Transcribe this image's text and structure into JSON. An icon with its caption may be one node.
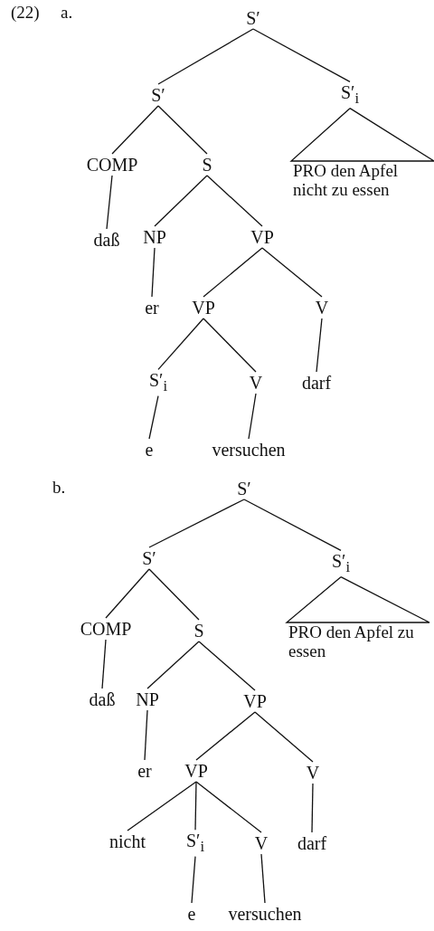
{
  "diagram": {
    "nodes": [
      {
        "text": [
          "S′"
        ]
      },
      {
        "text": [
          "S′"
        ]
      },
      {
        "text": [
          "S′$_{i}$"
        ]
      },
      {
        "text": [
          "COMP"
        ]
      },
      {
        "text": [
          "S"
        ]
      },
      {
        "text": [
          "PRO den Apfel nicht zu essen"
        ]
      },
      {
        "text": [
          "daß"
        ]
      },
      {
        "text": [
          "NP"
        ]
      },
      {
        "text": [
          "VP"
        ]
      },
      {
        "text": [
          "er"
        ]
      },
      {
        "text": [
          "VP"
        ]
      },
      {
        "text": [
          "V"
        ]
      },
      {
        "text": [
          "S′$_{i}$"
        ]
      },
      {
        "text": [
          "V"
        ]
      },
      {
        "text": [
          "darf"
        ]
      },
      {
        "text": [
          "e"
        ]
      },
      {
        "text": [
          "versuchen"
        ]
      },
      {
        "text": [
          "S′"
        ]
      },
      {
        "text": [
          "S′"
        ]
      },
      {
        "text": [
          "S′$_{i}$"
        ]
      },
      {
        "text": [
          "COMP"
        ]
      },
      {
        "text": [
          "S"
        ]
      },
      {
        "text": [
          "PRO den Apfel zu essen"
        ]
      },
      {
        "text": [
          "daß"
        ]
      },
      {
        "text": [
          "NP"
        ]
      },
      {
        "text": [
          "VP"
        ]
      },
      {
        "text": [
          "er"
        ]
      },
      {
        "text": [
          "VP"
        ]
      },
      {
        "text": [
          "V"
        ]
      },
      {
        "text": [
          "nicht"
        ]
      },
      {
        "text": [
          "S′$_{i}$"
        ]
      },
      {
        "text": [
          "V"
        ]
      },
      {
        "text": [
          "darf"
        ]
      },
      {
        "text": [
          "e"
        ]
      },
      {
        "text": [
          "versuchen"
        ]
      }
    ],
    "edges": [
      {
        "from": 0,
        "to": 1,
        "arrow": "none"
      },
      {
        "from": 0,
        "to": 2,
        "arrow": "none"
      },
      {
        "from": 1,
        "to": 3,
        "arrow": "none"
      },
      {
        "from": 1,
        "to": 4,
        "arrow": "none"
      },
      {
        "from": 2,
        "to": 5,
        "arrow": "none"
      },
      {
        "from": 3,
        "to": 6,
        "arrow": "none"
      },
      {
        "from": 4,
        "to": 7,
        "arrow": "none"
      },
      {
        "from": 4,
        "to": 8,
        "arrow": "none"
      },
      {
        "from": 7,
        "to": 9,
        "arrow": "none"
      },
      {
        "from": 8,
        "to": 10,
        "arrow": "none"
      },
      {
        "from": 8,
        "to": 11,
        "arrow": "none"
      },
      {
        "from": 10,
        "to": 12,
        "arrow": "none"
      },
      {
        "from": 10,
        "to": 13,
        "arrow": "none"
      },
      {
        "from": 11,
        "to": 14,
        "arrow": "none"
      },
      {
        "from": 12,
        "to": 15,
        "arrow": "none"
      },
      {
        "from": 13,
        "to": 16,
        "arrow": "none"
      },
      {
        "from": 17,
        "to": 18,
        "arrow": "none"
      },
      {
        "from": 17,
        "to": 19,
        "arrow": "none"
      },
      {
        "from": 18,
        "to": 20,
        "arrow": "none"
      },
      {
        "from": 18,
        "to": 21,
        "arrow": "none"
      },
      {
        "from": 19,
        "to": 22,
        "arrow": "none"
      },
      {
        "from": 20,
        "to": 23,
        "arrow": "none"
      },
      {
        "from": 21,
        "to": 24,
        "arrow": "none"
      },
      {
        "from": 21,
        "to": 25,
        "arrow": "none"
      },
      {
        "from": 24,
        "to": 26,
        "arrow": "none"
      },
      {
        "from": 25,
        "to": 27,
        "arrow": "none"
      },
      {
        "from": 25,
        "to": 28,
        "arrow": "none"
      },
      {
        "from": 27,
        "to": 29,
        "arrow": "none"
      },
      {
        "from": 27,
        "to": 30,
        "arrow": "none"
      },
      {
        "from": 27,
        "to": 31,
        "arrow": "none"
      },
      {
        "from": 28,
        "to": 32,
        "arrow": "none"
      },
      {
        "from": 30,
        "to": 33,
        "arrow": "none"
      },
      {
        "from": 31,
        "to": 34,
        "arrow": "none"
      }
    ],
    "labels": [
      "(22)",
      "a.",
      "b."
    ]
  }
}
